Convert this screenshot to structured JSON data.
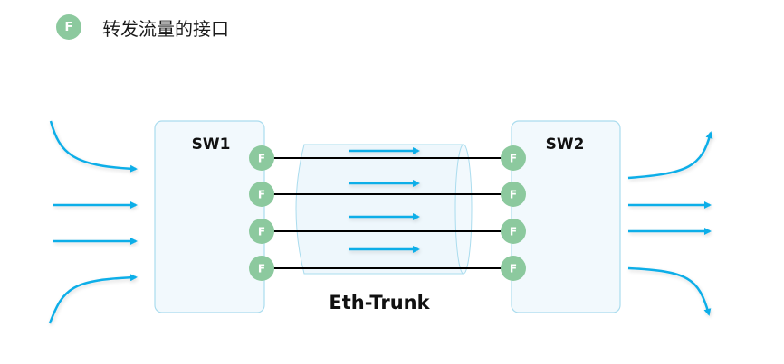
{
  "legend": {
    "badge_letter": "F",
    "text": "转发流量的接口"
  },
  "switches": [
    {
      "name": "SW1",
      "ports": [
        "F",
        "F",
        "F",
        "F"
      ]
    },
    {
      "name": "SW2",
      "ports": [
        "F",
        "F",
        "F",
        "F"
      ]
    }
  ],
  "trunk": {
    "label": "Eth-Trunk",
    "link_count": 4
  },
  "traffic": {
    "ingress_flows": 4,
    "egress_flows": 4,
    "trunk_flows": 4
  },
  "colors": {
    "port": "#8cc99e",
    "arrow": "#10aee8",
    "switch_fill": "#f2f9fd",
    "switch_border": "#aadcee",
    "link": "#000000"
  }
}
